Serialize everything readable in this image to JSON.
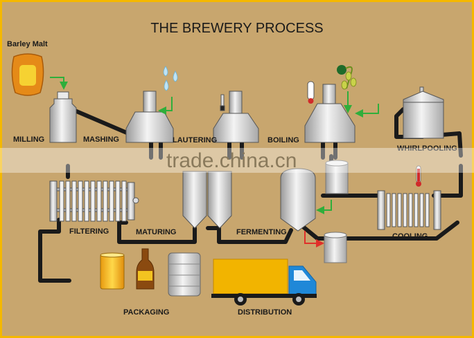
{
  "title": "THE BREWERY PROCESS",
  "input_label": "Barley Malt",
  "steps": {
    "milling": "MILLING",
    "mashing": "MASHING",
    "lautering": "LAUTERING",
    "boiling": "BOILING",
    "whirlpooling": "WHIRLPOOLING",
    "cooling": "COOLING",
    "fermenting": "FERMENTING",
    "maturing": "MATURING",
    "filtering": "FILTERING",
    "packaging": "PACKAGING",
    "distribution": "DISTRIBUTION"
  },
  "watermark": "trade.china.cn",
  "colors": {
    "background": "#c8a66e",
    "frame": "#f5b800",
    "pipe": "#1a1a1a",
    "vessel": "#e2e2e2",
    "arrow_green": "#2fae3b",
    "arrow_red": "#e0302a",
    "truck_cargo": "#f2b400",
    "truck_cab": "#1f88d8"
  }
}
